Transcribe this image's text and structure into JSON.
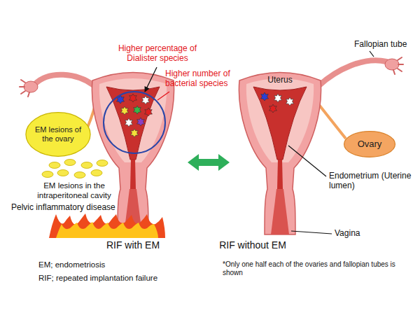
{
  "diagram": {
    "nodes": [
      {
        "text": [
          "EM lesions of the ovary"
        ]
      },
      {
        "text": [
          "Ovary"
        ]
      }
    ],
    "labels": [
      "Higher percentage of Dialister species",
      "Higher number of bacterial species",
      "Fallopian tube",
      "Uterus",
      "EM lesions in the intraperitoneal cavity",
      "Endometrium (Uterine lumen)",
      "Pelvic inflammatory disease",
      "Vagina",
      "RIF with EM",
      "RIF without EM",
      "EM; endometriosis",
      "RIF; repeated implantation failure",
      "*Only one half each of the ovaries and fallopian tubes is shown"
    ]
  }
}
